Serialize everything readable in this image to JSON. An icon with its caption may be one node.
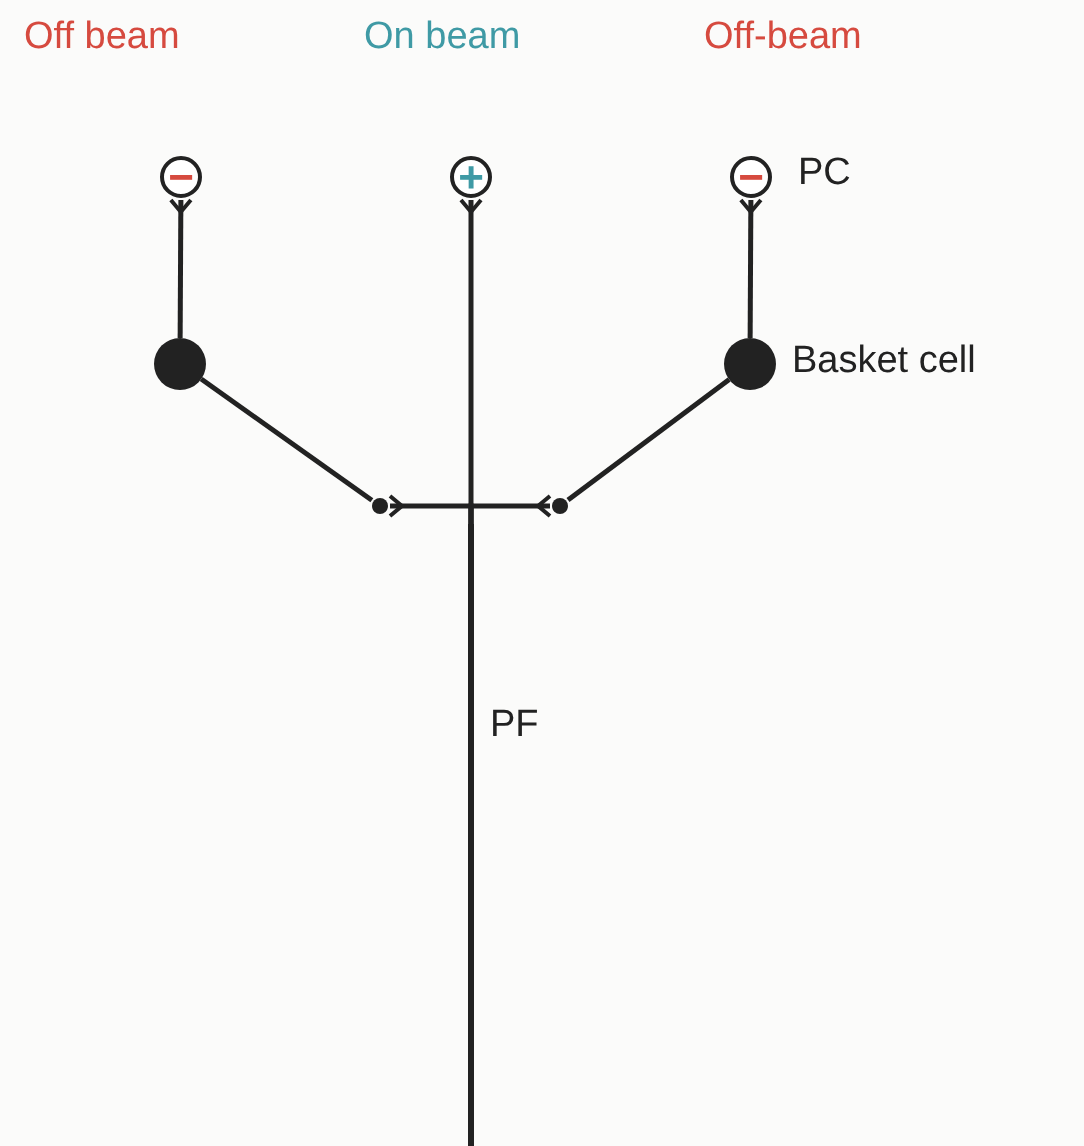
{
  "diagram": {
    "nodes": [
      {
        "text": [
          "−"
        ]
      },
      {
        "text": [
          "+"
        ]
      },
      {
        "text": [
          "−"
        ],
        "beside": [
          "PC"
        ]
      },
      {
        "text": [],
        "shape": "circle"
      },
      {
        "text": [],
        "shape": "circle",
        "beside": [
          "Basket cell"
        ]
      },
      {
        "text": [],
        "shape": "bar",
        "beside": [
          "PF"
        ]
      },
      {
        "text": [],
        "shape": "circle"
      },
      {
        "text": [],
        "shape": "circle"
      }
    ],
    "edges": [
      {
        "from": 5,
        "to": 1,
        "arrow": "other"
      },
      {
        "from": 3,
        "to": 0,
        "arrow": "other"
      },
      {
        "from": 4,
        "to": 2,
        "arrow": "other"
      },
      {
        "from": 5,
        "to": 6,
        "arrow": "other"
      },
      {
        "from": 5,
        "to": 7,
        "arrow": "other"
      },
      {
        "from": 3,
        "to": 6,
        "arrow": "none"
      },
      {
        "from": 4,
        "to": 7,
        "arrow": "none"
      }
    ],
    "labels": [
      "Off beam",
      "On beam",
      "Off-beam"
    ]
  }
}
